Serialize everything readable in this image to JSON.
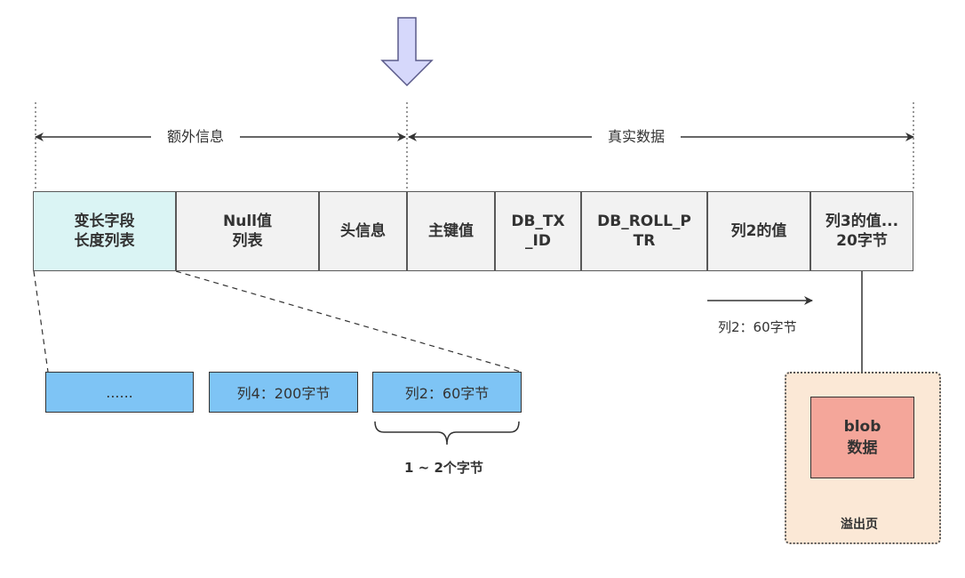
{
  "top_sections": {
    "extra_info": "额外信息",
    "real_data": "真实数据"
  },
  "record_cells": [
    {
      "label": "变长字段\n长度列表",
      "fill": "#daf4f4"
    },
    {
      "label": "Null值\n列表",
      "fill": "#f2f2f2"
    },
    {
      "label": "头信息",
      "fill": "#f2f2f2"
    },
    {
      "label": "主键值",
      "fill": "#f2f2f2"
    },
    {
      "label": "DB_TX\n_ID",
      "fill": "#f2f2f2"
    },
    {
      "label": "DB_ROLL_P\nTR",
      "fill": "#f2f2f2"
    },
    {
      "label": "列2的值",
      "fill": "#f2f2f2"
    },
    {
      "label": "列3的值...\n20字节",
      "fill": "#f2f2f2"
    }
  ],
  "column2_note": "列2：60字节",
  "length_list": {
    "items": [
      "......",
      "列4：200字节",
      "列2：60字节"
    ],
    "brace_label": "1 ~ 2个字节",
    "fill": "#7ec4f5"
  },
  "overflow_page": {
    "blob_label": "blob\n数据",
    "page_label": "溢出页",
    "page_fill": "#fbe8d6",
    "blob_fill": "#f4a69a"
  },
  "colors": {
    "down_arrow_fill": "#d6d8fb",
    "down_arrow_stroke": "#5a5a8a"
  }
}
